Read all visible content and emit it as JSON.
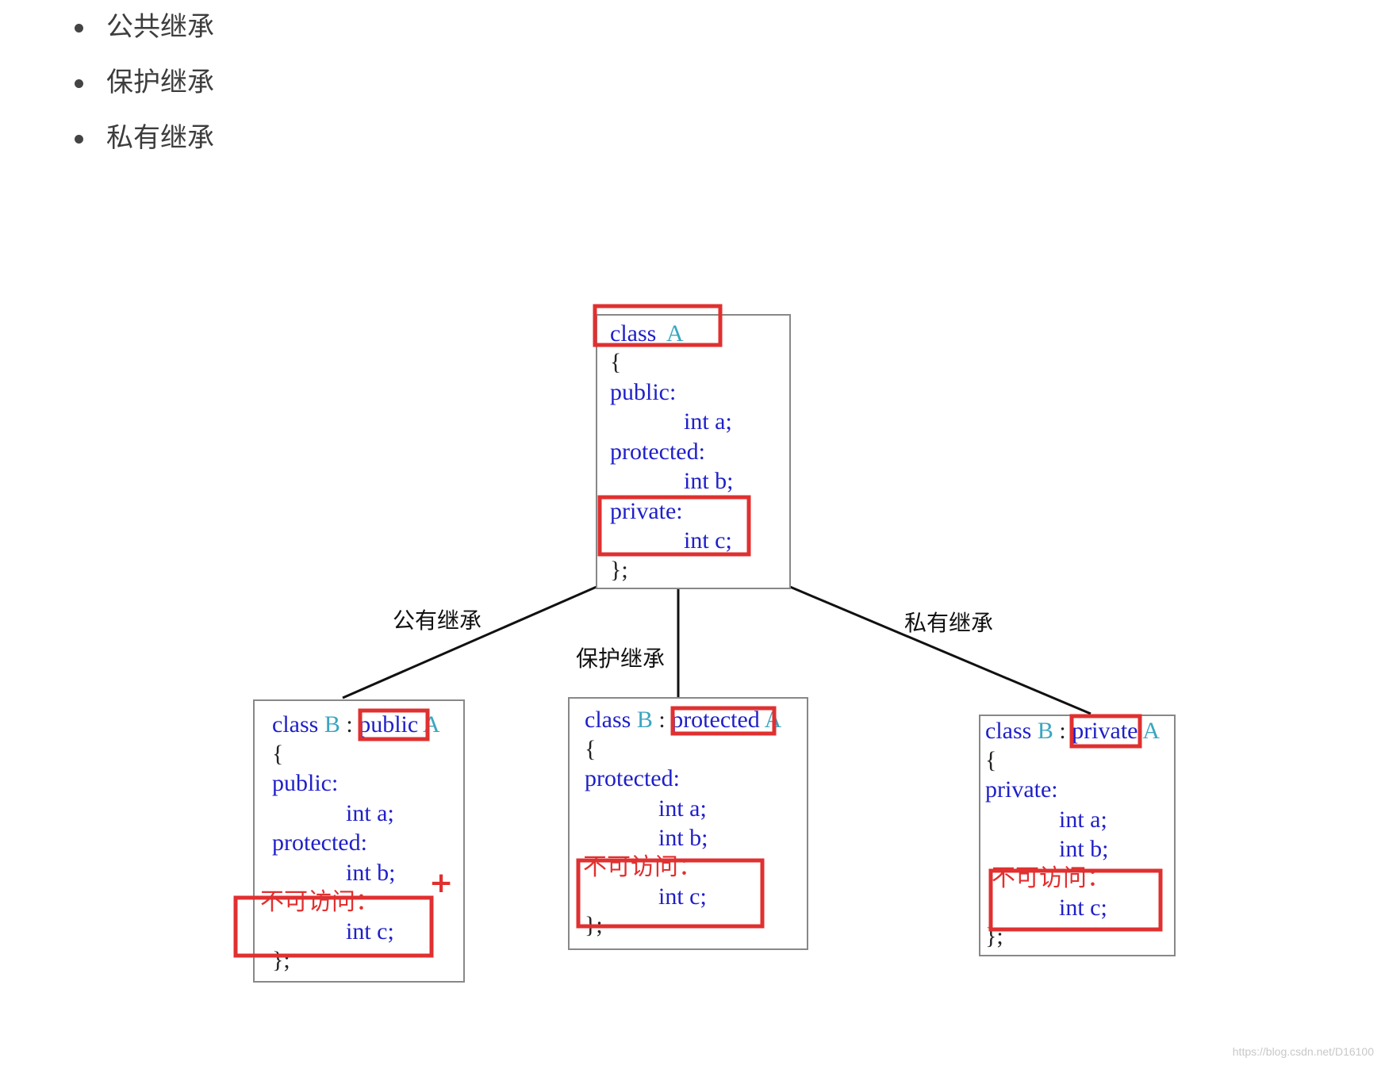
{
  "bullets": [
    "公共继承",
    "保护继承",
    "私有继承"
  ],
  "edge_labels": {
    "public": "公有继承",
    "protected": "保护继承",
    "private": "私有继承"
  },
  "base_class": {
    "head_kw": "class",
    "head_name": "A",
    "brace_open": "{",
    "sec1": "public:",
    "member_a": "int a;",
    "sec2": "protected:",
    "member_b": "int b;",
    "sec3": "private:",
    "member_c": "int c;",
    "brace_close": "};"
  },
  "public_child": {
    "kw": "class",
    "name": "B",
    "colon": ":",
    "access": "public",
    "base": "A",
    "brace_open": "{",
    "sec1": "public:",
    "member_a": "int a;",
    "sec2": "protected:",
    "member_b": "int b;",
    "sec3": "不可访问：",
    "member_c": "int c;",
    "brace_close": "};"
  },
  "protected_child": {
    "kw": "class",
    "name": "B",
    "colon": ":",
    "access": "protected",
    "base": "A",
    "brace_open": "{",
    "sec1": "protected:",
    "member_a": "int a;",
    "member_b": "int b;",
    "sec3": "不可访问：",
    "member_c": "int c;",
    "brace_close": "};"
  },
  "private_child": {
    "kw": "class",
    "name": "B",
    "colon": ":",
    "access": "private",
    "base": "A",
    "brace_open": "{",
    "sec1": "private:",
    "member_a": "int a;",
    "member_b": "int b;",
    "sec3": "不可访问：",
    "member_c": "int c;",
    "brace_close": "};"
  },
  "plus_mark": "+",
  "watermark": "https://blog.csdn.net/D16100",
  "colors": {
    "keyword": "#1f1fc9",
    "type_name": "#3aa6c0",
    "highlight": "#e03030",
    "inaccessible": "#e03030"
  }
}
